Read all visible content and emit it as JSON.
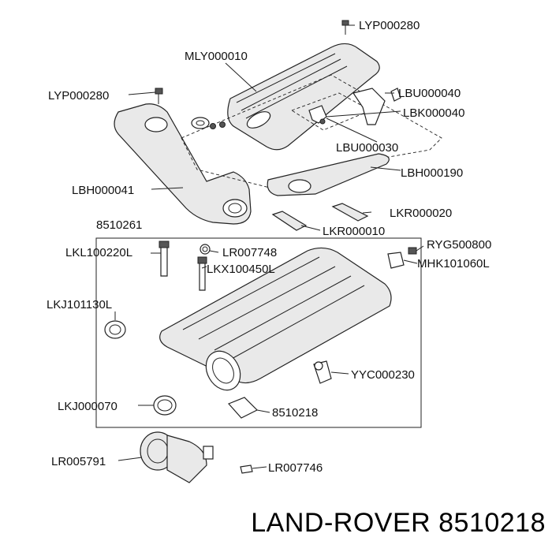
{
  "callouts": [
    "LYP000280",
    "MLY000010",
    "LYP000280",
    "LBU000040",
    "LBK000040",
    "LBU000030",
    "LBH000190",
    "LBH000041",
    "LKR000020",
    "8510261",
    "LKR000010",
    "RYG500800",
    "LKL100220L",
    "LR007748",
    "MHK101060L",
    "LKX100450L",
    "LKJ101130L",
    "YYC000230",
    "LKJ000070",
    "8510218",
    "LR005791",
    "LR007746"
  ],
  "footer": "LAND-ROVER 8510218"
}
